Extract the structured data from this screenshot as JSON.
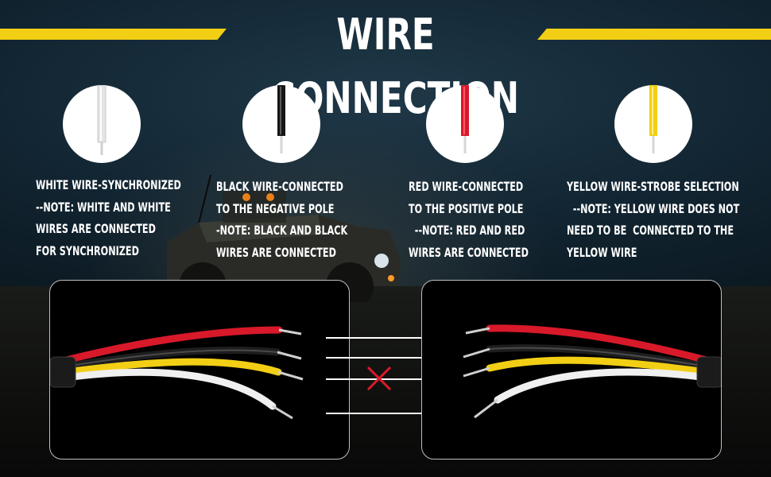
{
  "title": "WIRE CONNECTION",
  "colors": {
    "accent_bar": "#f2cf15",
    "white_wire": "#f2f2f2",
    "black_wire": "#1a1a1a",
    "red_wire": "#e0182b",
    "yellow_wire": "#f2cf15",
    "x_mark": "#e0182b"
  },
  "wires": [
    {
      "color_name": "white",
      "lines": [
        "WHITE WIRE-SYNCHRONIZED",
        "--NOTE: WHITE AND WHITE",
        "WIRES ARE CONNECTED",
        "FOR SYNCHRONIZED"
      ]
    },
    {
      "color_name": "black",
      "lines": [
        "BLACK WIRE-CONNECTED",
        "TO THE NEGATIVE POLE",
        "-NOTE: BLACK AND BLACK",
        "WIRES ARE CONNECTED"
      ]
    },
    {
      "color_name": "red",
      "lines": [
        "RED WIRE-CONNECTED",
        "TO THE POSITIVE POLE",
        "  --NOTE: RED AND RED",
        "WIRES ARE CONNECTED"
      ]
    },
    {
      "color_name": "yellow",
      "lines": [
        "YELLOW WIRE-STROBE SELECTION",
        "  --NOTE: YELLOW WIRE DOES NOT",
        "NEED TO BE  CONNECTED TO THE",
        "YELLOW WIRE"
      ]
    }
  ],
  "icons": {
    "x_mark": "x-mark-icon",
    "jeep": "jeep-vehicle-icon"
  }
}
